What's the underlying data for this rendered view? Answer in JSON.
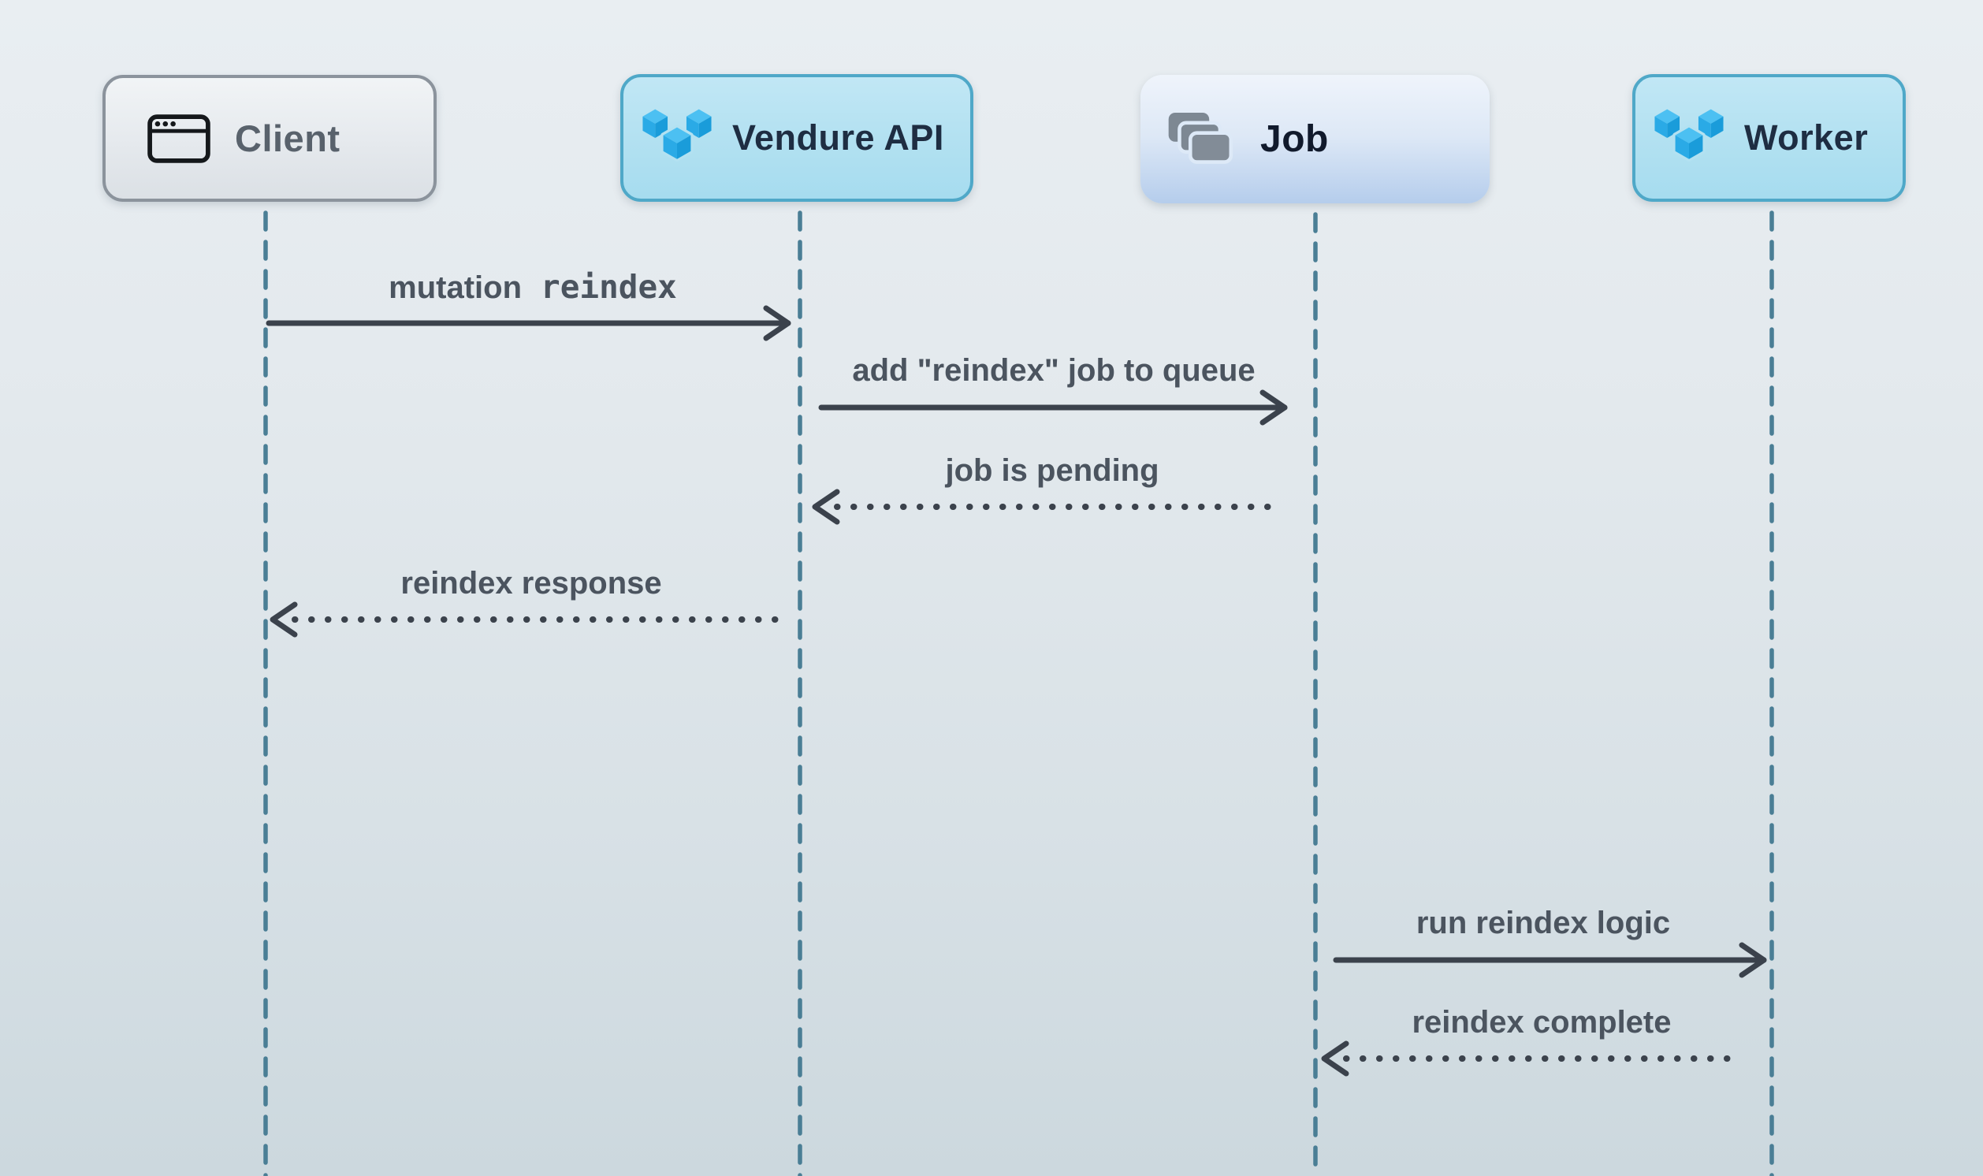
{
  "diagram": {
    "type": "sequence",
    "participants": [
      {
        "label": "Client",
        "icon": "browser-window-icon"
      },
      {
        "label": "Vendure API",
        "icon": "vendure-logo-icon"
      },
      {
        "label": "Job",
        "icon": "stacked-cards-icon"
      },
      {
        "label": "Worker",
        "icon": "vendure-logo-icon"
      }
    ],
    "messages": [
      {
        "text": "mutation",
        "code": "reindex",
        "from": "Client",
        "to": "Vendure API",
        "line": "solid"
      },
      {
        "text": "add \"reindex\" job to queue",
        "from": "Vendure API",
        "to": "Job",
        "line": "solid"
      },
      {
        "text": "job is pending",
        "from": "Job",
        "to": "Vendure API",
        "line": "dotted"
      },
      {
        "text": "reindex response",
        "from": "Vendure API",
        "to": "Client",
        "line": "dotted"
      },
      {
        "text": "run reindex logic",
        "from": "Job",
        "to": "Worker",
        "line": "solid"
      },
      {
        "text": "reindex complete",
        "from": "Worker",
        "to": "Job",
        "line": "dotted"
      }
    ],
    "colors": {
      "background_top": "#e9eef2",
      "background_bottom": "#ccd8de",
      "lifeline": "#4a7e95",
      "arrow": "#3b424c",
      "message_text": "#4b545f",
      "vendure_brand_blue": "#29abe2",
      "client_box_border": "#8b939c",
      "vendure_box_border": "#4fa8c8"
    }
  }
}
